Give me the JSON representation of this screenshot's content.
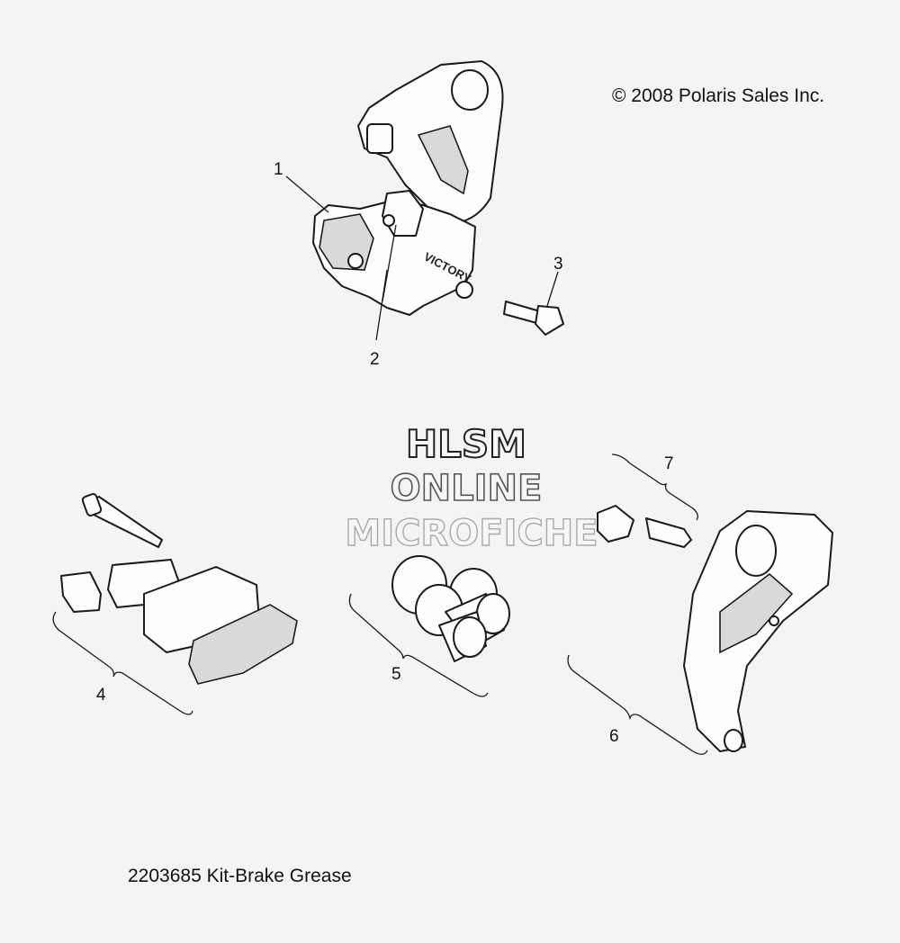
{
  "copyright": "© 2008 Polaris Sales Inc.",
  "watermark": {
    "line1": "HLSM",
    "line2": "ONLINE",
    "line3": "MICROFICHE"
  },
  "caliper_brand_text": "VICTORY",
  "callouts": [
    "1",
    "2",
    "3",
    "4",
    "5",
    "6",
    "7"
  ],
  "footnote": "2203685 Kit-Brake Grease"
}
